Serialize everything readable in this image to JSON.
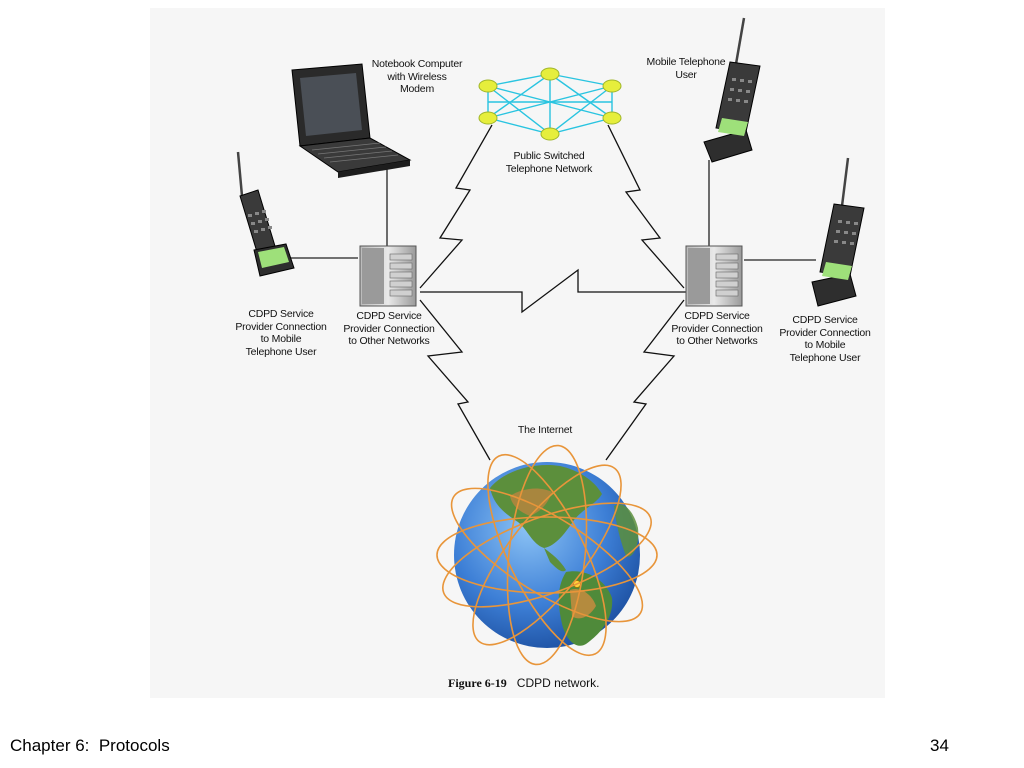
{
  "figure": {
    "caption_number": "Figure 6-19",
    "caption_text": "CDPD network."
  },
  "labels": {
    "notebook": [
      "Notebook Computer",
      "with Wireless",
      "Modem"
    ],
    "mobile_user_top": [
      "Mobile Telephone",
      "User"
    ],
    "pstn": [
      "Public Switched",
      "Telephone Network"
    ],
    "left_phone": [
      "CDPD Service",
      "Provider Connection",
      "to Mobile",
      "Telephone User"
    ],
    "left_server": [
      "CDPD Service",
      "Provider Connection",
      "to Other Networks"
    ],
    "right_server": [
      "CDPD Service",
      "Provider Connection",
      "to Other Networks"
    ],
    "right_phone": [
      "CDPD Service",
      "Provider Connection",
      "to Mobile",
      "Telephone User"
    ],
    "internet": "The Internet"
  },
  "footer": {
    "chapter": "Chapter 6:  Protocols",
    "page": "34"
  },
  "colors": {
    "network_line": "#29c4e0",
    "network_node": "#e6ee3c",
    "orbit": "#e8953a",
    "globe_ocean": "#3d7fd6",
    "globe_land": "#4f8a3a"
  }
}
